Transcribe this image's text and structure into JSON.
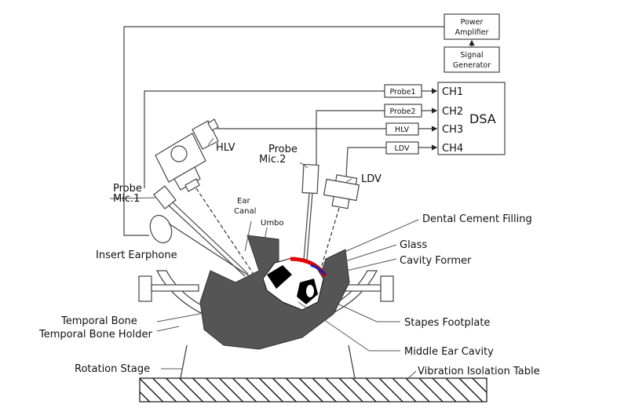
{
  "blocks": {
    "power_amplifier": [
      "Power",
      "Amplifier"
    ],
    "signal_generator": [
      "Signal",
      "Generator"
    ],
    "dsa": "DSA",
    "channels": [
      "CH1",
      "CH2",
      "CH3",
      "CH4"
    ],
    "inputs": [
      "Probe1",
      "Probe2",
      "HLV",
      "LDV"
    ]
  },
  "labels": {
    "hlv": "HLV",
    "ldv": "LDV",
    "probe_mic2": [
      "Probe",
      "Mic.2"
    ],
    "probe_mic1": [
      "Probe",
      "Mic.1"
    ],
    "ear_canal": [
      "Ear",
      "Canal"
    ],
    "umbo": "Umbo",
    "insert_earphone": "Insert Earphone",
    "dental_cement": "Dental Cement Filling",
    "glass": "Glass",
    "cavity_former": "Cavity Former",
    "temporal_bone": "Temporal Bone",
    "temporal_bone_holder": "Temporal Bone Holder",
    "stapes_footplate": "Stapes Footplate",
    "middle_ear_cavity": "Middle Ear Cavity",
    "rotation_stage": "Rotation Stage",
    "vibration_isolation_table": "Vibration Isolation Table"
  },
  "colors": {
    "bone": "#555555",
    "cement": "#e00000",
    "glass": "#1020c0"
  }
}
